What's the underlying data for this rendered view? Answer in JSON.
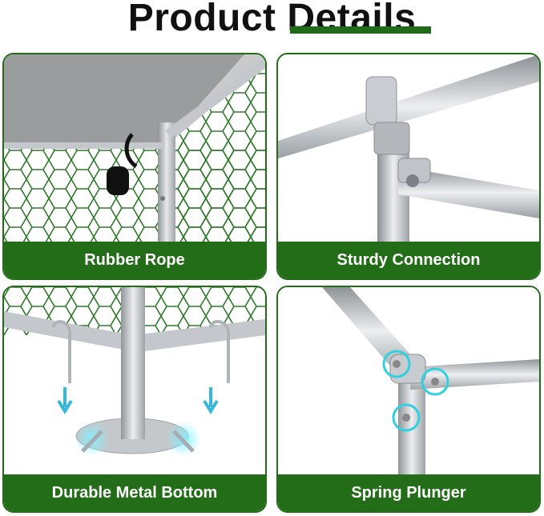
{
  "header": {
    "title": "Product Details"
  },
  "cards": [
    {
      "caption": "Rubber Rope"
    },
    {
      "caption": "Sturdy Connection"
    },
    {
      "caption": "Durable Metal Bottom"
    },
    {
      "caption": "Spring Plunger"
    }
  ],
  "colors": {
    "brand_green": "#236d18",
    "title_text": "#111111",
    "metal": "#b8bcc0",
    "accent_glow": "#2fd0e0"
  }
}
